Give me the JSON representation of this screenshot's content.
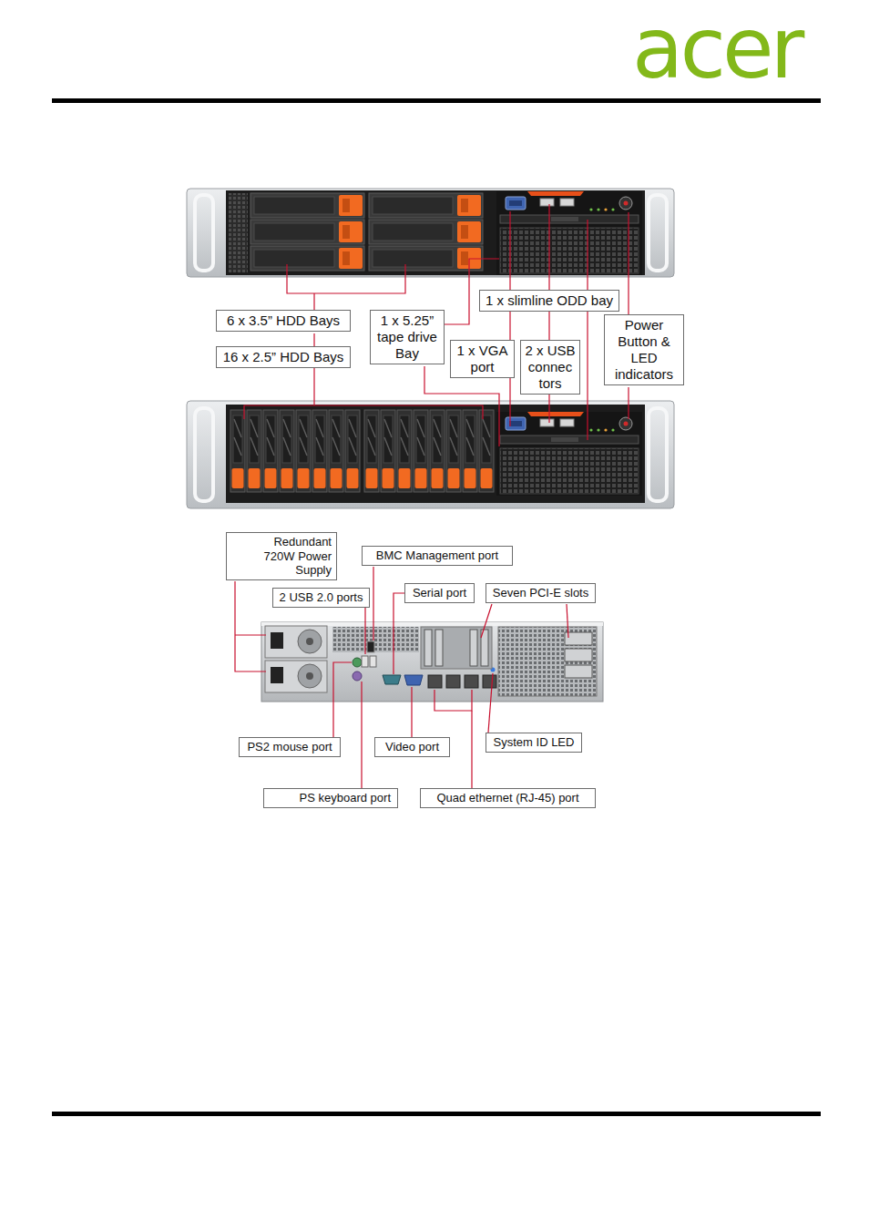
{
  "diagram": {
    "nodes": [
      {
        "text": [
          "6 x 3.5” HDD Bays"
        ]
      },
      {
        "text": [
          "1 x slimline ODD bay"
        ]
      },
      {
        "text": [
          "1 x 5.25” tape drive Bay"
        ]
      },
      {
        "text": [
          "Power Button & LED indicators"
        ]
      },
      {
        "text": [
          "16 x 2.5” HDD Bays"
        ]
      },
      {
        "text": [
          "1 x VGA port"
        ]
      },
      {
        "text": [
          "2 x USB connec tors"
        ]
      },
      {
        "text": [
          "Redundant 720W Power Supply"
        ]
      },
      {
        "text": [
          "BMC Management port"
        ]
      },
      {
        "text": [
          "2 USB 2.0 ports"
        ]
      },
      {
        "text": [
          "Serial port"
        ]
      },
      {
        "text": [
          "Seven PCI-E slots"
        ]
      },
      {
        "text": [
          "PS2 mouse port"
        ]
      },
      {
        "text": [
          "Video port"
        ]
      },
      {
        "text": [
          "System ID LED"
        ]
      },
      {
        "text": [
          "PS keyboard port"
        ]
      },
      {
        "text": [
          "Quad ethernet (RJ-45) port"
        ]
      }
    ],
    "labels": [
      "acer"
    ]
  }
}
